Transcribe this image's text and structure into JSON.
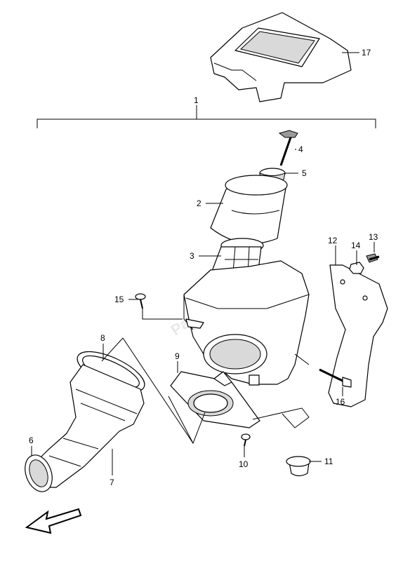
{
  "diagram": {
    "watermark": "PartsRepublik",
    "callouts": [
      {
        "id": "c1",
        "label": "1"
      },
      {
        "id": "c2",
        "label": "2"
      },
      {
        "id": "c3",
        "label": "3"
      },
      {
        "id": "c4",
        "label": "4"
      },
      {
        "id": "c5",
        "label": "5"
      },
      {
        "id": "c6",
        "label": "6"
      },
      {
        "id": "c7",
        "label": "7"
      },
      {
        "id": "c8",
        "label": "8"
      },
      {
        "id": "c9",
        "label": "9"
      },
      {
        "id": "c10",
        "label": "10"
      },
      {
        "id": "c11",
        "label": "11"
      },
      {
        "id": "c12",
        "label": "12"
      },
      {
        "id": "c13",
        "label": "13"
      },
      {
        "id": "c14",
        "label": "14"
      },
      {
        "id": "c15",
        "label": "15"
      },
      {
        "id": "c16",
        "label": "16"
      },
      {
        "id": "c17",
        "label": "17"
      }
    ]
  }
}
